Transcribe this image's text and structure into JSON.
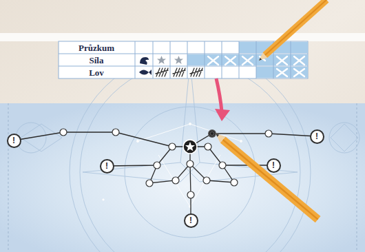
{
  "diagram": {
    "nodes": [
      {
        "text": [
          "!"
        ]
      },
      {
        "text": [
          "!"
        ]
      },
      {
        "text": [
          "!"
        ]
      },
      {
        "text": [
          "!"
        ]
      },
      {
        "text": [
          "!"
        ]
      }
    ],
    "labels": [
      "Průzkum",
      "Síla",
      "Lov"
    ]
  }
}
